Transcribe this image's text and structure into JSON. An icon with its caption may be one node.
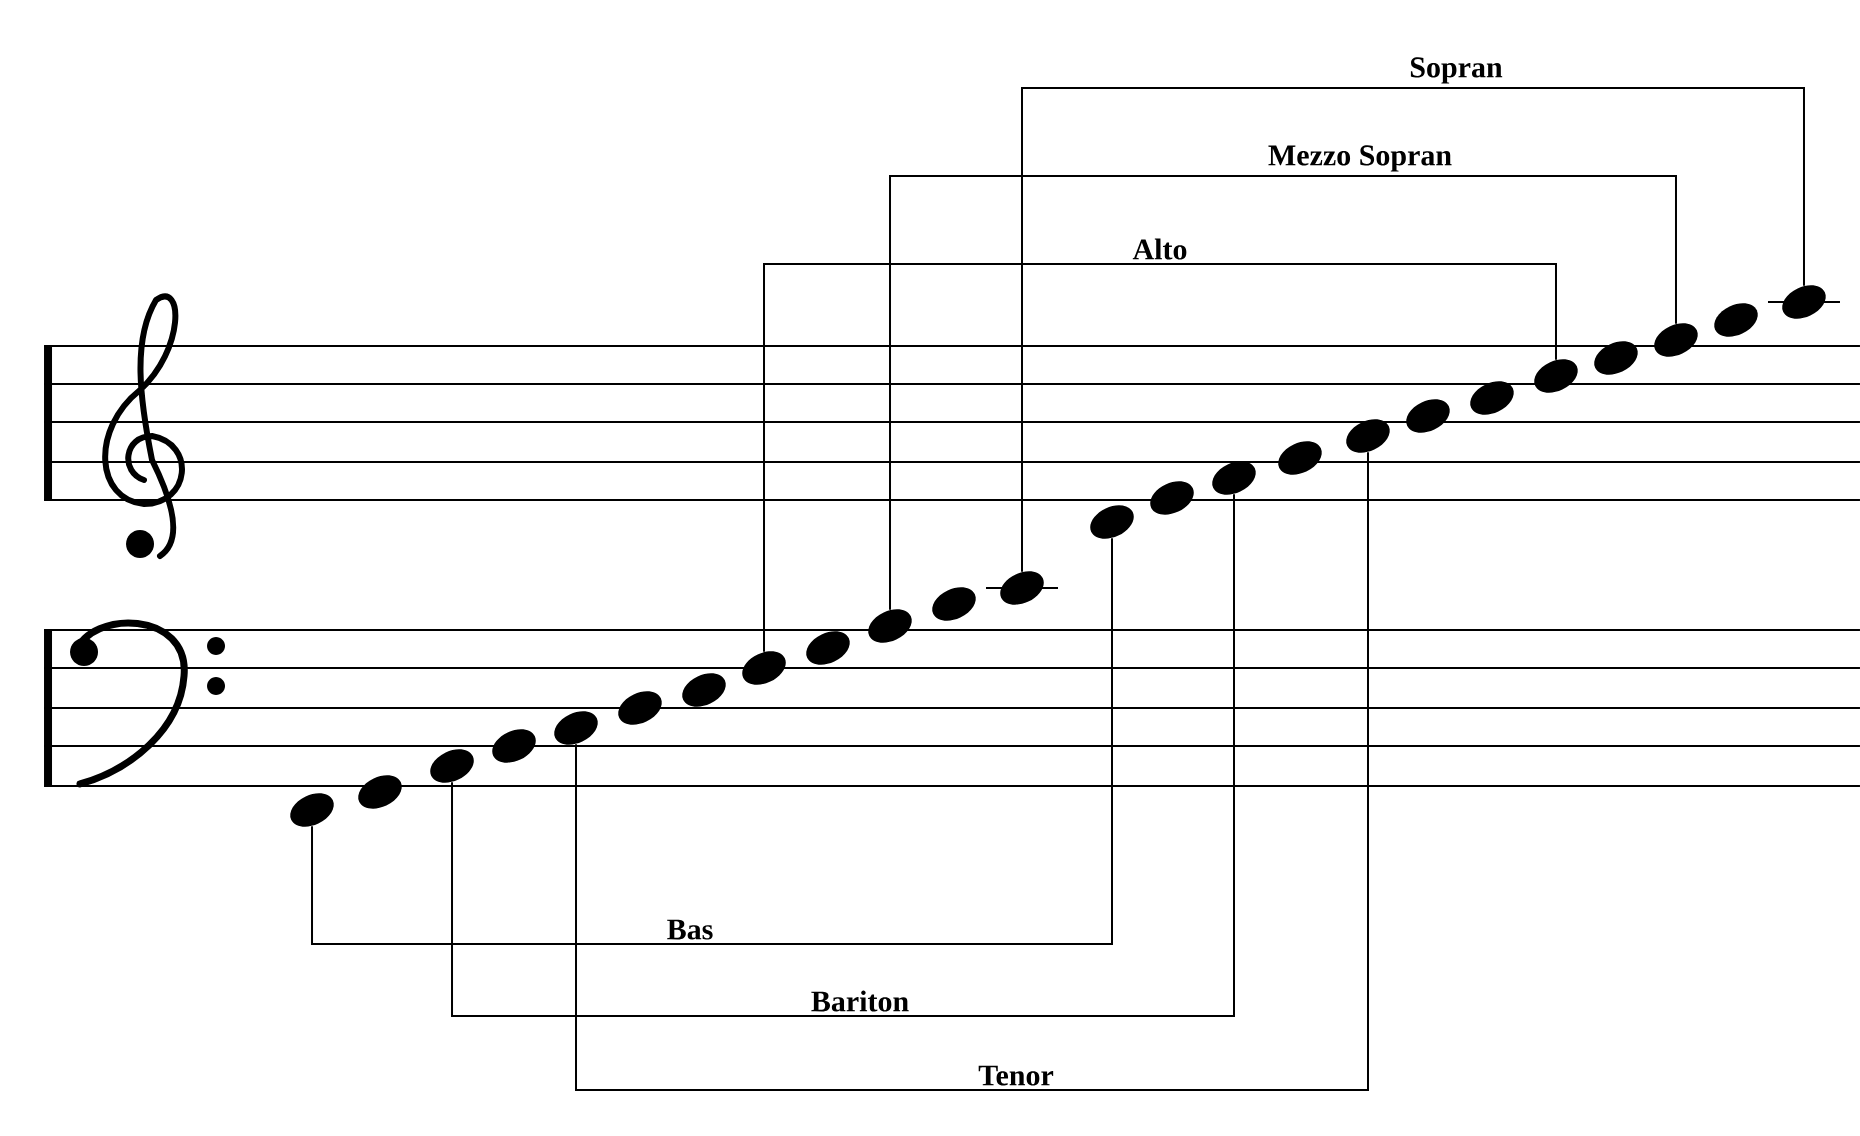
{
  "diagram": {
    "nodes": [
      {
        "text": [],
        "shape": "circle"
      },
      {
        "text": [],
        "shape": "circle"
      },
      {
        "text": [],
        "shape": "circle"
      },
      {
        "text": [],
        "shape": "circle"
      },
      {
        "text": [],
        "shape": "circle"
      },
      {
        "text": [],
        "shape": "circle"
      },
      {
        "text": [],
        "shape": "circle"
      },
      {
        "text": [],
        "shape": "circle"
      },
      {
        "text": [],
        "shape": "circle"
      },
      {
        "text": [],
        "shape": "circle"
      },
      {
        "text": [],
        "shape": "circle"
      },
      {
        "text": [],
        "shape": "circle"
      },
      {
        "text": [],
        "shape": "circle"
      },
      {
        "text": [],
        "shape": "circle"
      },
      {
        "text": [],
        "shape": "circle"
      },
      {
        "text": [],
        "shape": "circle"
      },
      {
        "text": [],
        "shape": "circle"
      },
      {
        "text": [],
        "shape": "circle"
      },
      {
        "text": [],
        "shape": "circle"
      },
      {
        "text": [],
        "shape": "circle"
      },
      {
        "text": [],
        "shape": "circle"
      },
      {
        "text": [],
        "shape": "circle"
      },
      {
        "text": [],
        "shape": "circle"
      },
      {
        "text": [],
        "shape": "circle"
      }
    ],
    "edges": [
      {
        "from": 11,
        "to": 23,
        "arrow": "none",
        "label": "Sopran"
      },
      {
        "from": 9,
        "to": 21,
        "arrow": "none",
        "label": "Mezzo Sopran"
      },
      {
        "from": 7,
        "to": 19,
        "arrow": "none",
        "label": "Alto"
      },
      {
        "from": 0,
        "to": 12,
        "arrow": "none",
        "label": "Bas"
      },
      {
        "from": 2,
        "to": 14,
        "arrow": "none",
        "label": "Bariton"
      },
      {
        "from": 4,
        "to": 16,
        "arrow": "none",
        "label": "Tenor"
      }
    ]
  }
}
